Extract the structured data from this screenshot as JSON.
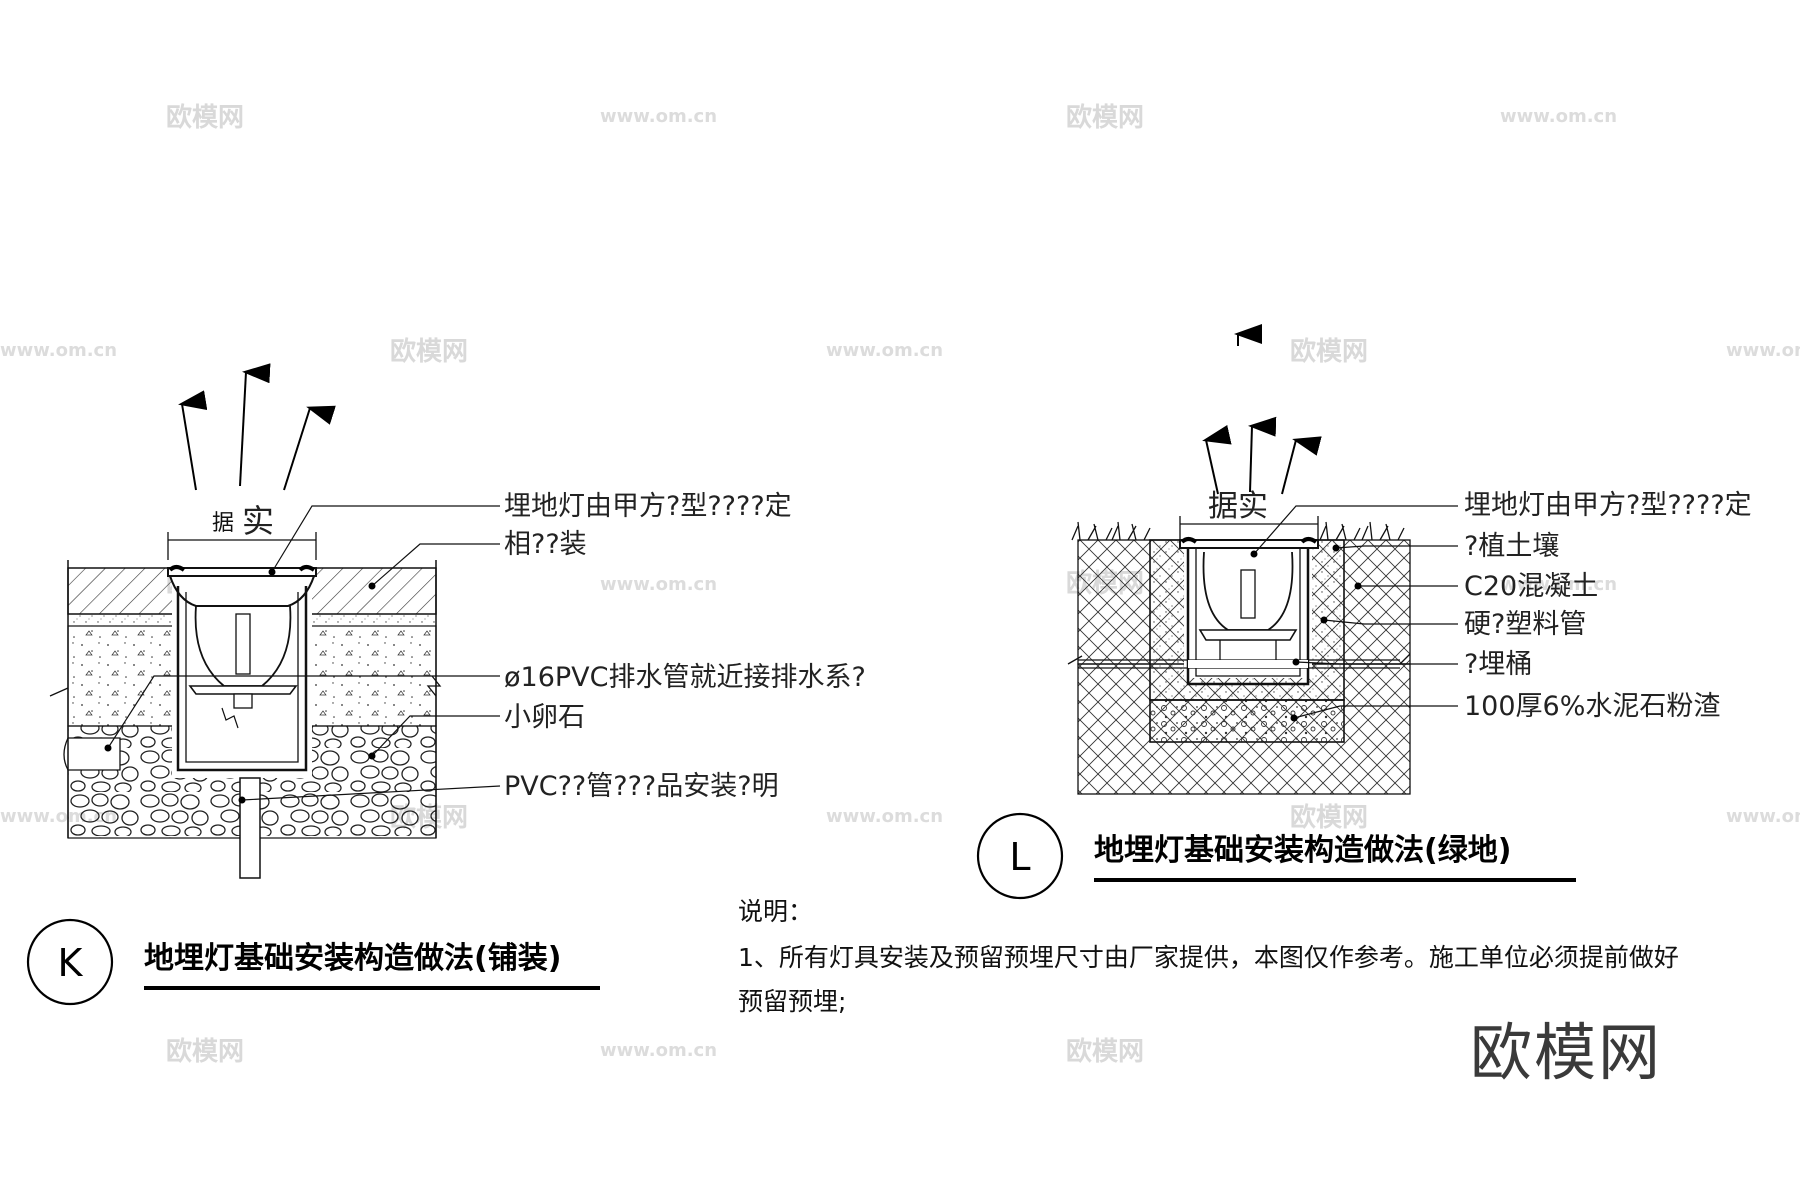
{
  "watermark": {
    "brand_text": "欧模网",
    "url_text": "www.om.cn",
    "corner_brand": "欧模网"
  },
  "detail_k": {
    "marker": "K",
    "title": "地埋灯基础安装构造做法(铺装)",
    "dim_label_a": "据",
    "dim_label_b": "实",
    "labels": [
      "埋地灯由甲方?型????定",
      "相??装",
      "ø16PVC排水管就近接排水系?",
      "小卵石",
      "PVC??管???品安装?明"
    ]
  },
  "detail_l": {
    "marker": "L",
    "title": "地埋灯基础安装构造做法(绿地)",
    "dim_label": "据实",
    "labels": [
      "埋地灯由甲方?型????定",
      "?植土壤",
      "C20混凝土",
      "硬?塑料管",
      "?埋桶",
      "100厚6%水泥石粉渣"
    ]
  },
  "notes": {
    "heading": "说明：",
    "line1": "1、所有灯具安装及预留预埋尺寸由厂家提供，本图仅作参考。施工单位必须提前做好",
    "line2": "预留预埋;"
  }
}
